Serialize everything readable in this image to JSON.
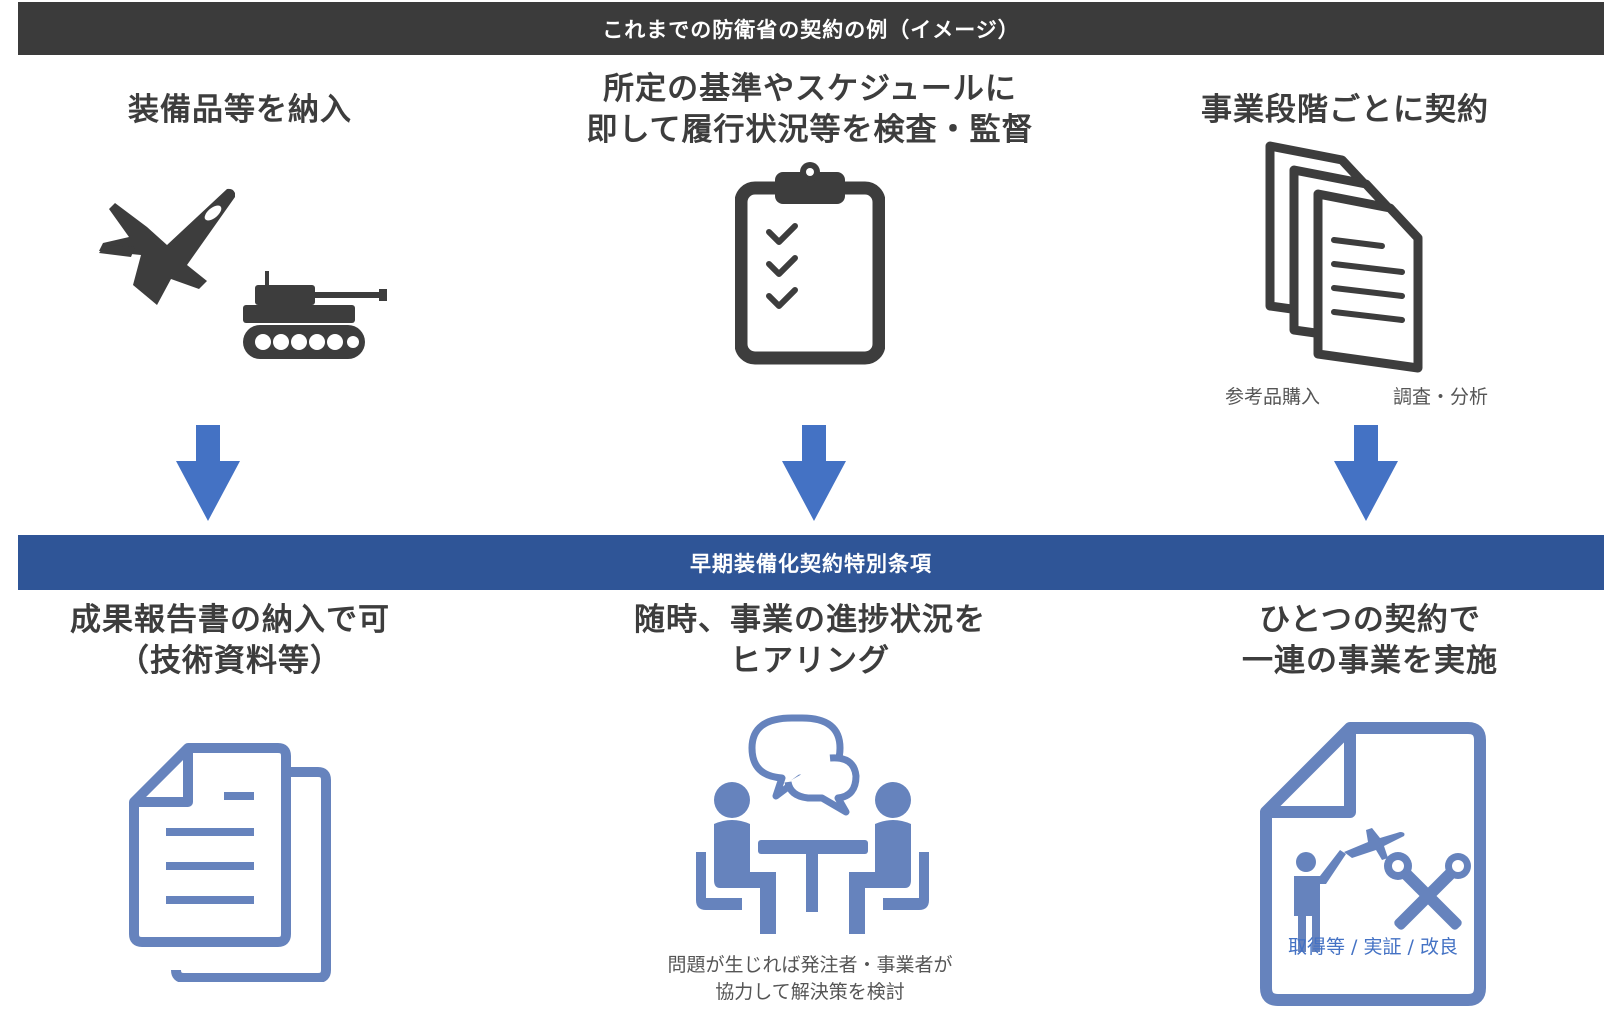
{
  "top_band": {
    "title": "これまでの防衛省の契約の例（イメージ）"
  },
  "top_columns": [
    {
      "heading": "装備品等を納入"
    },
    {
      "heading_line1": "所定の基準やスケジュールに",
      "heading_line2": "即して履行状況等を検査・監督"
    },
    {
      "heading": "事業段階ごとに契約",
      "caption_left": "参考品購入",
      "caption_right": "調査・分析"
    }
  ],
  "middle_band": {
    "title": "早期装備化契約特別条項"
  },
  "bottom_columns": [
    {
      "heading_line1": "成果報告書の納入で可",
      "heading_line2": "（技術資料等）"
    },
    {
      "heading_line1": "随時、事業の進捗状況を",
      "heading_line2": "ヒアリング",
      "caption_line1": "問題が生じれば発注者・事業者が",
      "caption_line2": "協力して解決策を検討"
    },
    {
      "heading_line1": "ひとつの契約で",
      "heading_line2": "一連の事業を実施",
      "icon_label": "取得等 / 実証 / 改良"
    }
  ],
  "colors": {
    "dark_band": "#3b3b3b",
    "blue_band": "#2f5597",
    "arrow": "#4472c4",
    "icon_dark": "#3d3d3d",
    "icon_blue": "#6683bd"
  }
}
